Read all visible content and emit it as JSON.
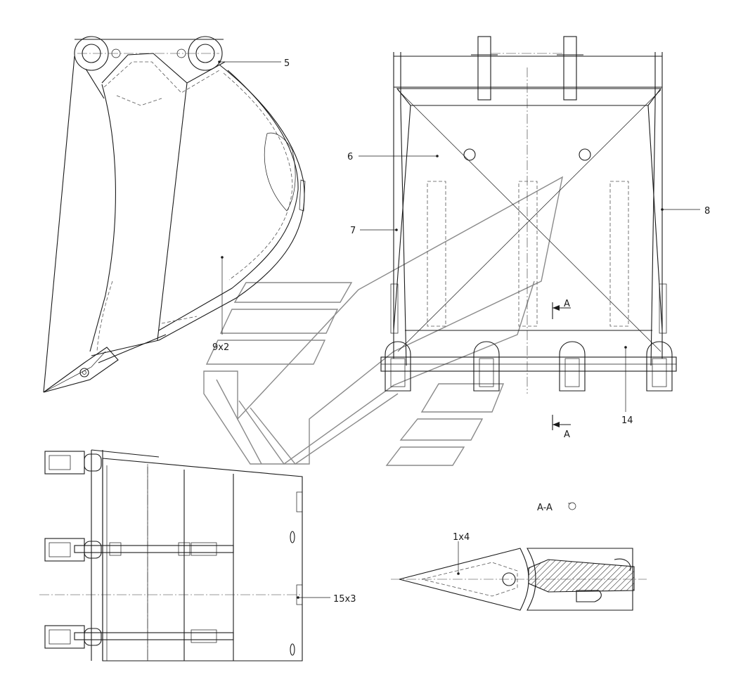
{
  "labels": {
    "part_5": "5",
    "part_6": "6",
    "part_7": "7",
    "part_8": "8",
    "part_9x2": "9x2",
    "part_14": "14",
    "part_15x3": "15x3",
    "part_1x4": "1x4",
    "section_mark_top": "A",
    "section_mark_bottom": "A",
    "section_title": "A-A"
  }
}
